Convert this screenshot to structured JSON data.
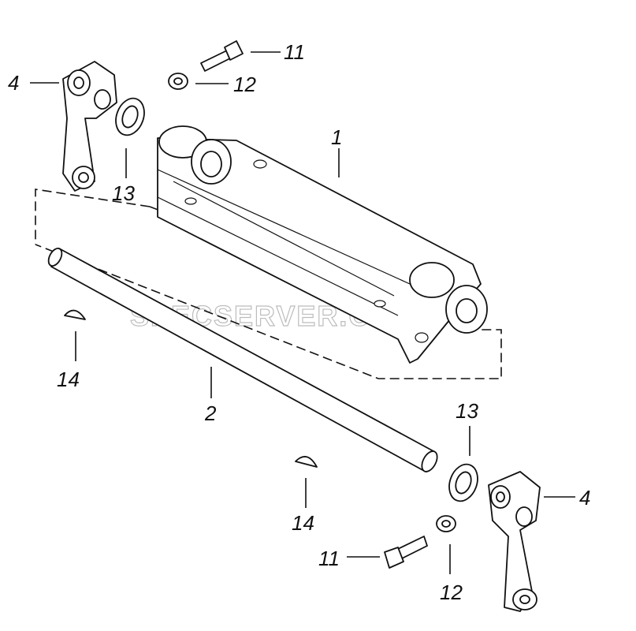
{
  "watermark": "SPECSERVER.COM",
  "callouts": {
    "c1": "1",
    "c2": "2",
    "c4_top": "4",
    "c4_bottom": "4",
    "c11_top": "11",
    "c11_bottom": "11",
    "c12_top": "12",
    "c12_bottom": "12",
    "c13_top": "13",
    "c13_bottom": "13",
    "c14_left": "14",
    "c14_bottom": "14"
  }
}
